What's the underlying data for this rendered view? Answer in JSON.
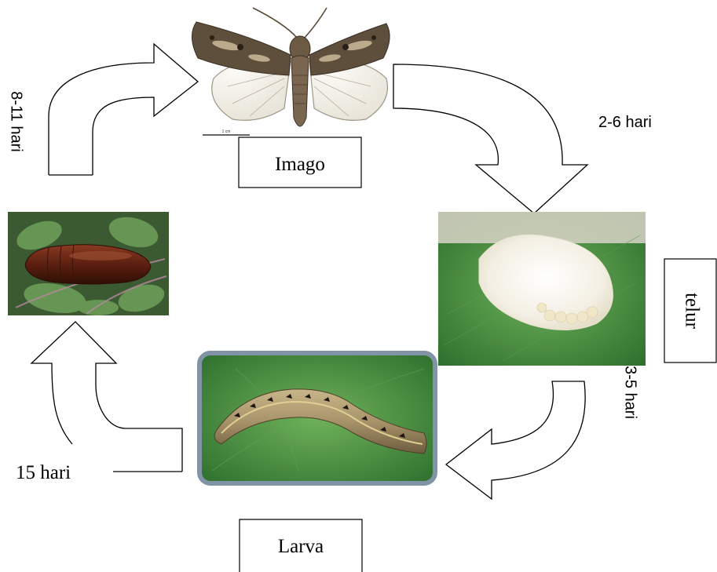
{
  "stages": {
    "imago": "Imago",
    "telur": "telur",
    "larva": "Larva"
  },
  "durations": {
    "imago_to_telur": "2-6 hari",
    "telur_to_larva": "3-5 hari",
    "larva_to_pupa": "15 hari",
    "pupa_to_imago": "8-11 hari"
  },
  "scale_bar_label": "1 cm",
  "colors": {
    "stroke": "#000000",
    "larva_frame": "#8193a6",
    "leaf_green": "#3f8a3c",
    "pupa_brown": "#6b2414"
  },
  "icons": {
    "imago": "moth-icon",
    "telur": "egg-mass-icon",
    "larva": "caterpillar-icon",
    "pupa": "pupa-icon"
  }
}
